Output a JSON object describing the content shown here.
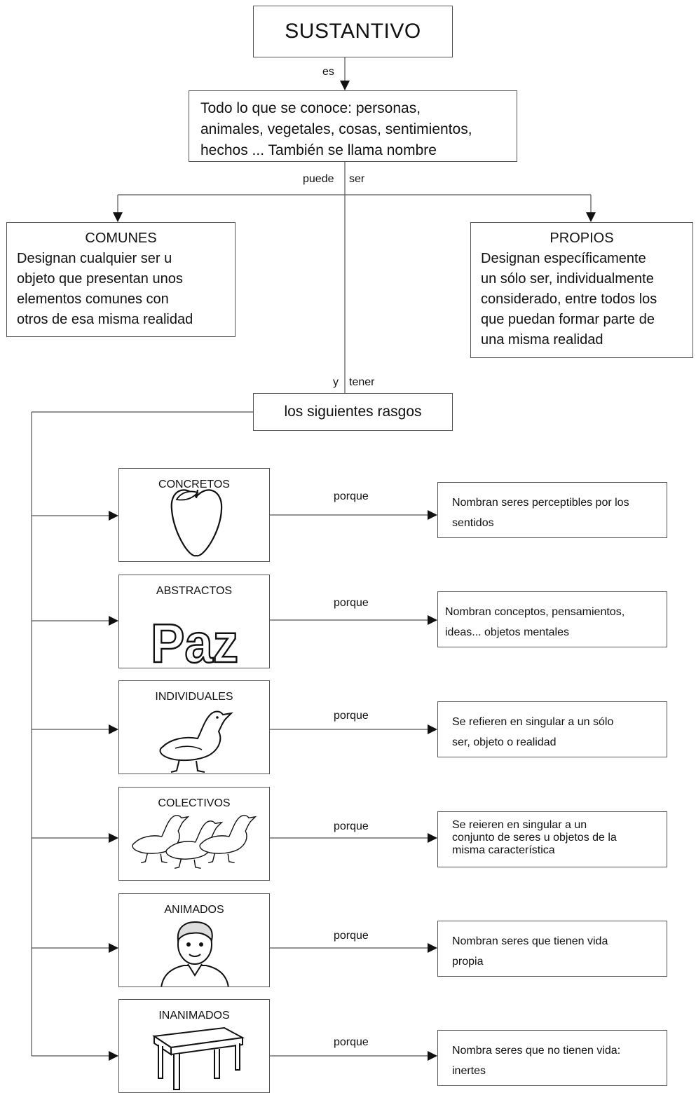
{
  "title": "SUSTANTIVO",
  "connectors": {
    "es": "es",
    "puede": "puede",
    "ser": "ser",
    "y": "y",
    "tener": "tener"
  },
  "definition": {
    "lines": [
      "Todo lo que se conoce: personas,",
      "animales, vegetales, cosas, sentimientos,",
      "hechos ... También se llama nombre"
    ]
  },
  "comunes": {
    "heading": "COMUNES",
    "lines": [
      "Designan cualquier ser u",
      "objeto que presentan unos",
      "elementos comunes con",
      "otros de esa misma realidad"
    ]
  },
  "propios": {
    "heading": "PROPIOS",
    "lines": [
      "Designan específicamente",
      "un sólo ser, individualmente",
      "considerado, entre todos los",
      "que puedan formar parte de",
      "una misma realidad"
    ]
  },
  "rasgos_label": "los siguientes rasgos",
  "categories": [
    {
      "name": "CONCRETOS",
      "icon": "apple-icon",
      "connector": "porque",
      "desc": [
        "Nombran seres perceptibles por los",
        "sentidos"
      ]
    },
    {
      "name": "ABSTRACTOS",
      "icon": "paz-word-icon",
      "image_text": "Paz",
      "connector": "porque",
      "desc": [
        "Nombran conceptos, pensamientos,",
        "ideas... objetos mentales"
      ]
    },
    {
      "name": "INDIVIDUALES",
      "icon": "duck-icon",
      "connector": "porque",
      "desc": [
        "Se refieren en singular a un sólo",
        "ser, objeto o realidad"
      ]
    },
    {
      "name": "COLECTIVOS",
      "icon": "duck-flock-icon",
      "connector": "porque",
      "desc": [
        "Se reieren en singular a un",
        "conjunto de seres u objetos de la",
        "misma característica"
      ]
    },
    {
      "name": "ANIMADOS",
      "icon": "person-icon",
      "connector": "porque",
      "desc": [
        "Nombran seres que tienen vida",
        "propia"
      ]
    },
    {
      "name": "INANIMADOS",
      "icon": "table-icon",
      "connector": "porque",
      "desc": [
        "Nombra seres que no tienen vida:",
        "inertes"
      ]
    }
  ]
}
